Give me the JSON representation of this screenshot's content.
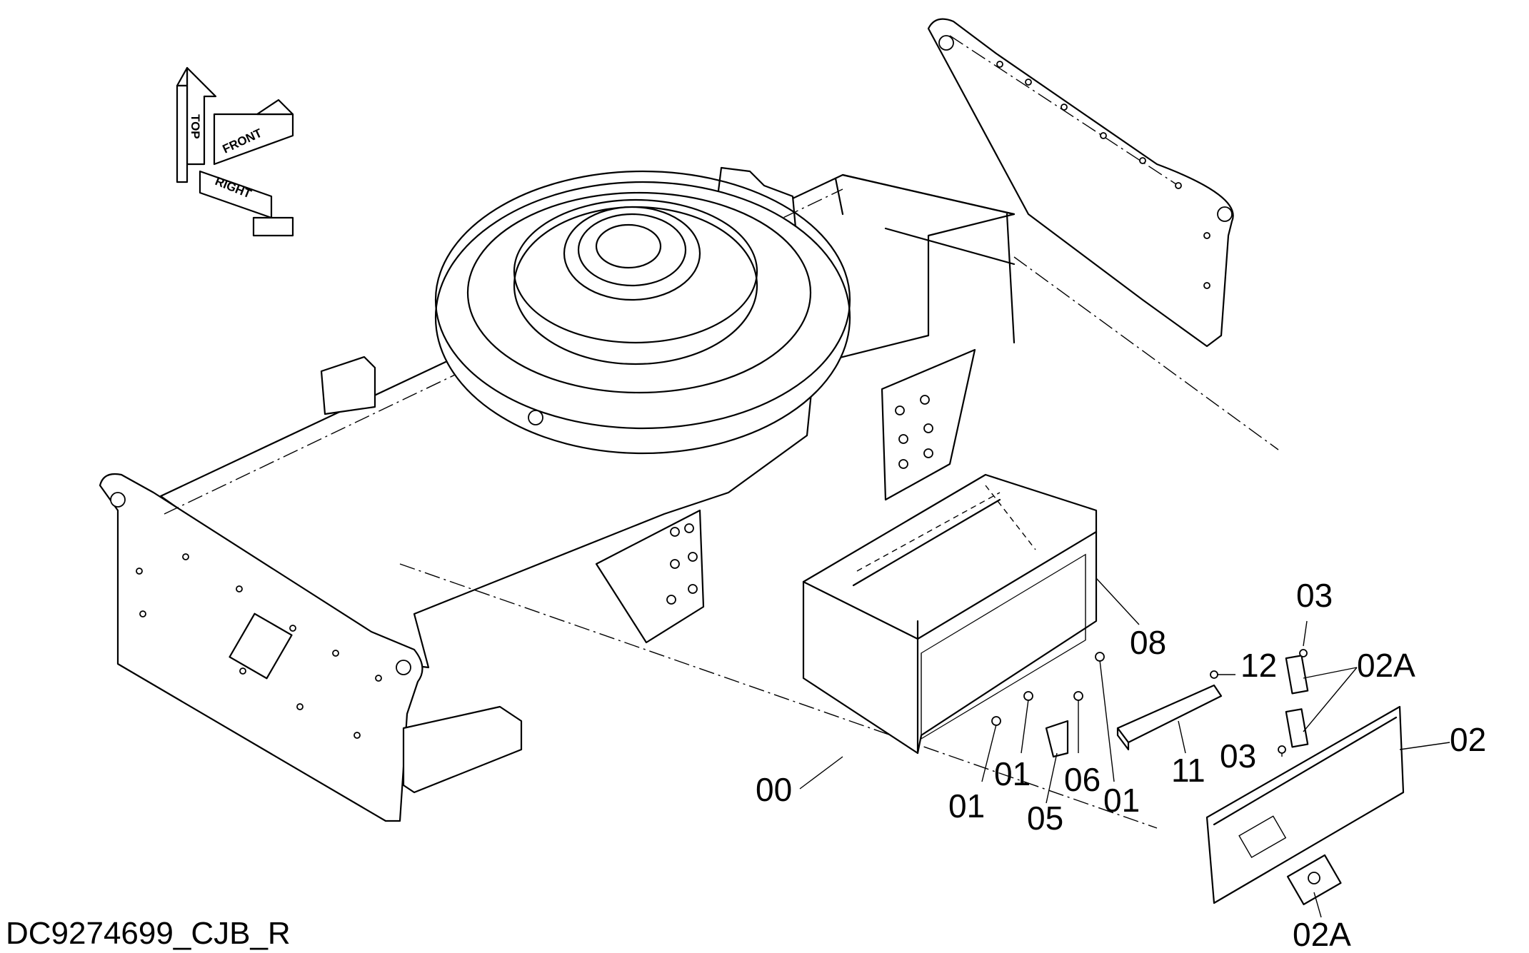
{
  "document_code": "DC9274699_CJB_R",
  "orientation_indicator": {
    "top": "TOP",
    "front": "FRONT",
    "right": "RIGHT"
  },
  "part_labels": {
    "p00": "00",
    "p01_a": "01",
    "p01_b": "01",
    "p01_c": "01",
    "p02": "02",
    "p02A_a": "02A",
    "p02A_b": "02A",
    "p03_a": "03",
    "p03_b": "03",
    "p05": "05",
    "p06": "06",
    "p08": "08",
    "p11": "11",
    "p12": "12"
  }
}
